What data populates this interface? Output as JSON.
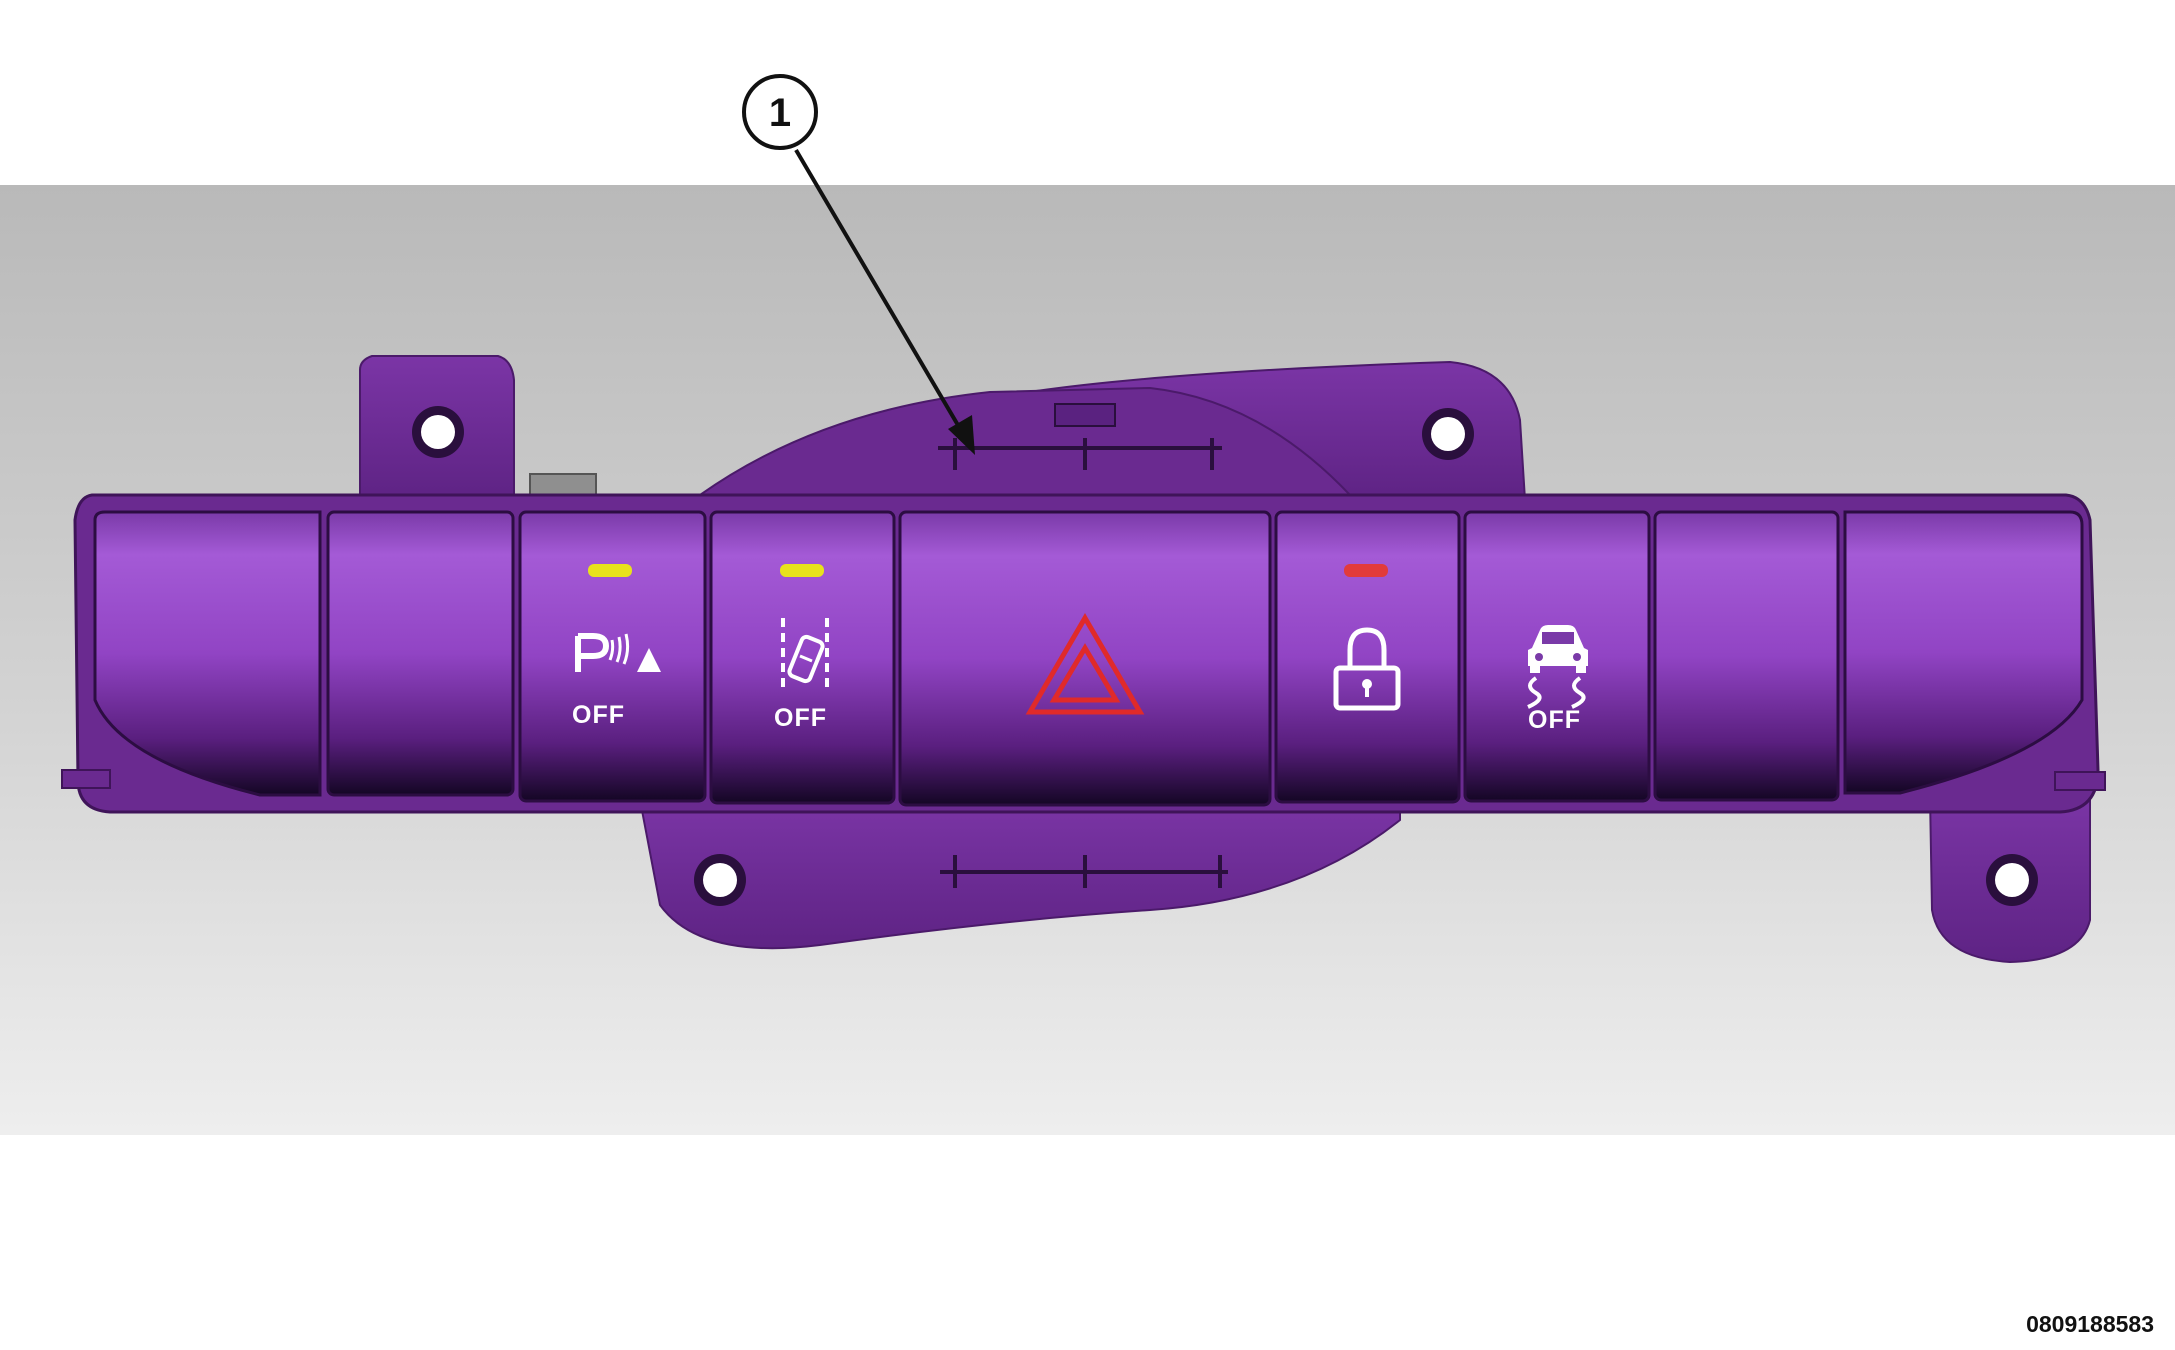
{
  "callout": {
    "number": "1"
  },
  "buttons": [
    {
      "id": "blank-1",
      "label": "",
      "icon": "",
      "indicator": ""
    },
    {
      "id": "blank-2",
      "label": "",
      "icon": "",
      "indicator": ""
    },
    {
      "id": "park-assist",
      "label": "OFF",
      "icon": "park-assist-icon",
      "indicator": "#e8e21c"
    },
    {
      "id": "lane-sense",
      "label": "OFF",
      "icon": "lane-departure-icon",
      "indicator": "#e8e21c"
    },
    {
      "id": "hazard",
      "label": "",
      "icon": "hazard-triangle-icon",
      "indicator": ""
    },
    {
      "id": "door-lock",
      "label": "",
      "icon": "padlock-icon",
      "indicator": "#e23b3b"
    },
    {
      "id": "traction-control",
      "label": "OFF",
      "icon": "traction-control-icon",
      "indicator": ""
    },
    {
      "id": "blank-3",
      "label": "",
      "icon": "",
      "indicator": ""
    },
    {
      "id": "blank-4",
      "label": "",
      "icon": "",
      "indicator": ""
    }
  ],
  "figure_id": "0809188583",
  "colors": {
    "housing": "#6e2e94",
    "button_face": "#9448c9",
    "hazard_red": "#e02a2a",
    "indicator_yellow": "#e8e21c",
    "indicator_red": "#e23b3b"
  }
}
